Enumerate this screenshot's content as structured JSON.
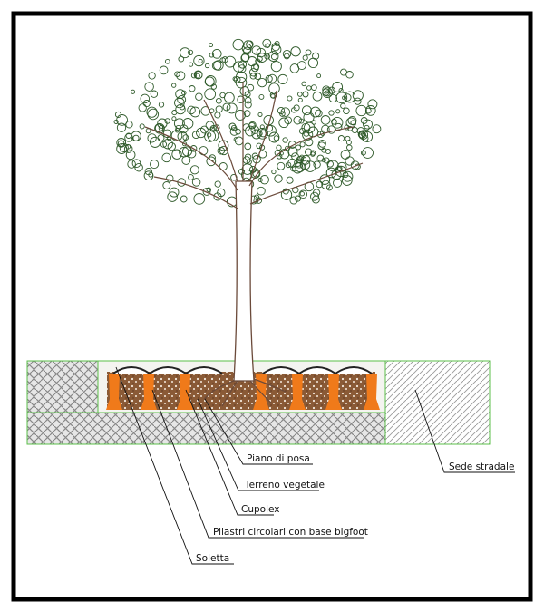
{
  "labels": {
    "piano_di_posa": "Piano di posa",
    "terreno_vegetale": "Terreno vegetale",
    "cupolex": "Cupolex",
    "pilastri": "Pilastri circolari con base bigfoot",
    "soletta": "Soletta",
    "sede_stradale": "Sede stradale"
  },
  "colors": {
    "frame": "#000000",
    "foliage": "#2f5a2a",
    "trunk": "#6b4a3a",
    "pillar": "#f07a1a",
    "soil": "#7a4a2a",
    "outline": "#5bbf4a",
    "hatch": "#9a9a9a"
  }
}
